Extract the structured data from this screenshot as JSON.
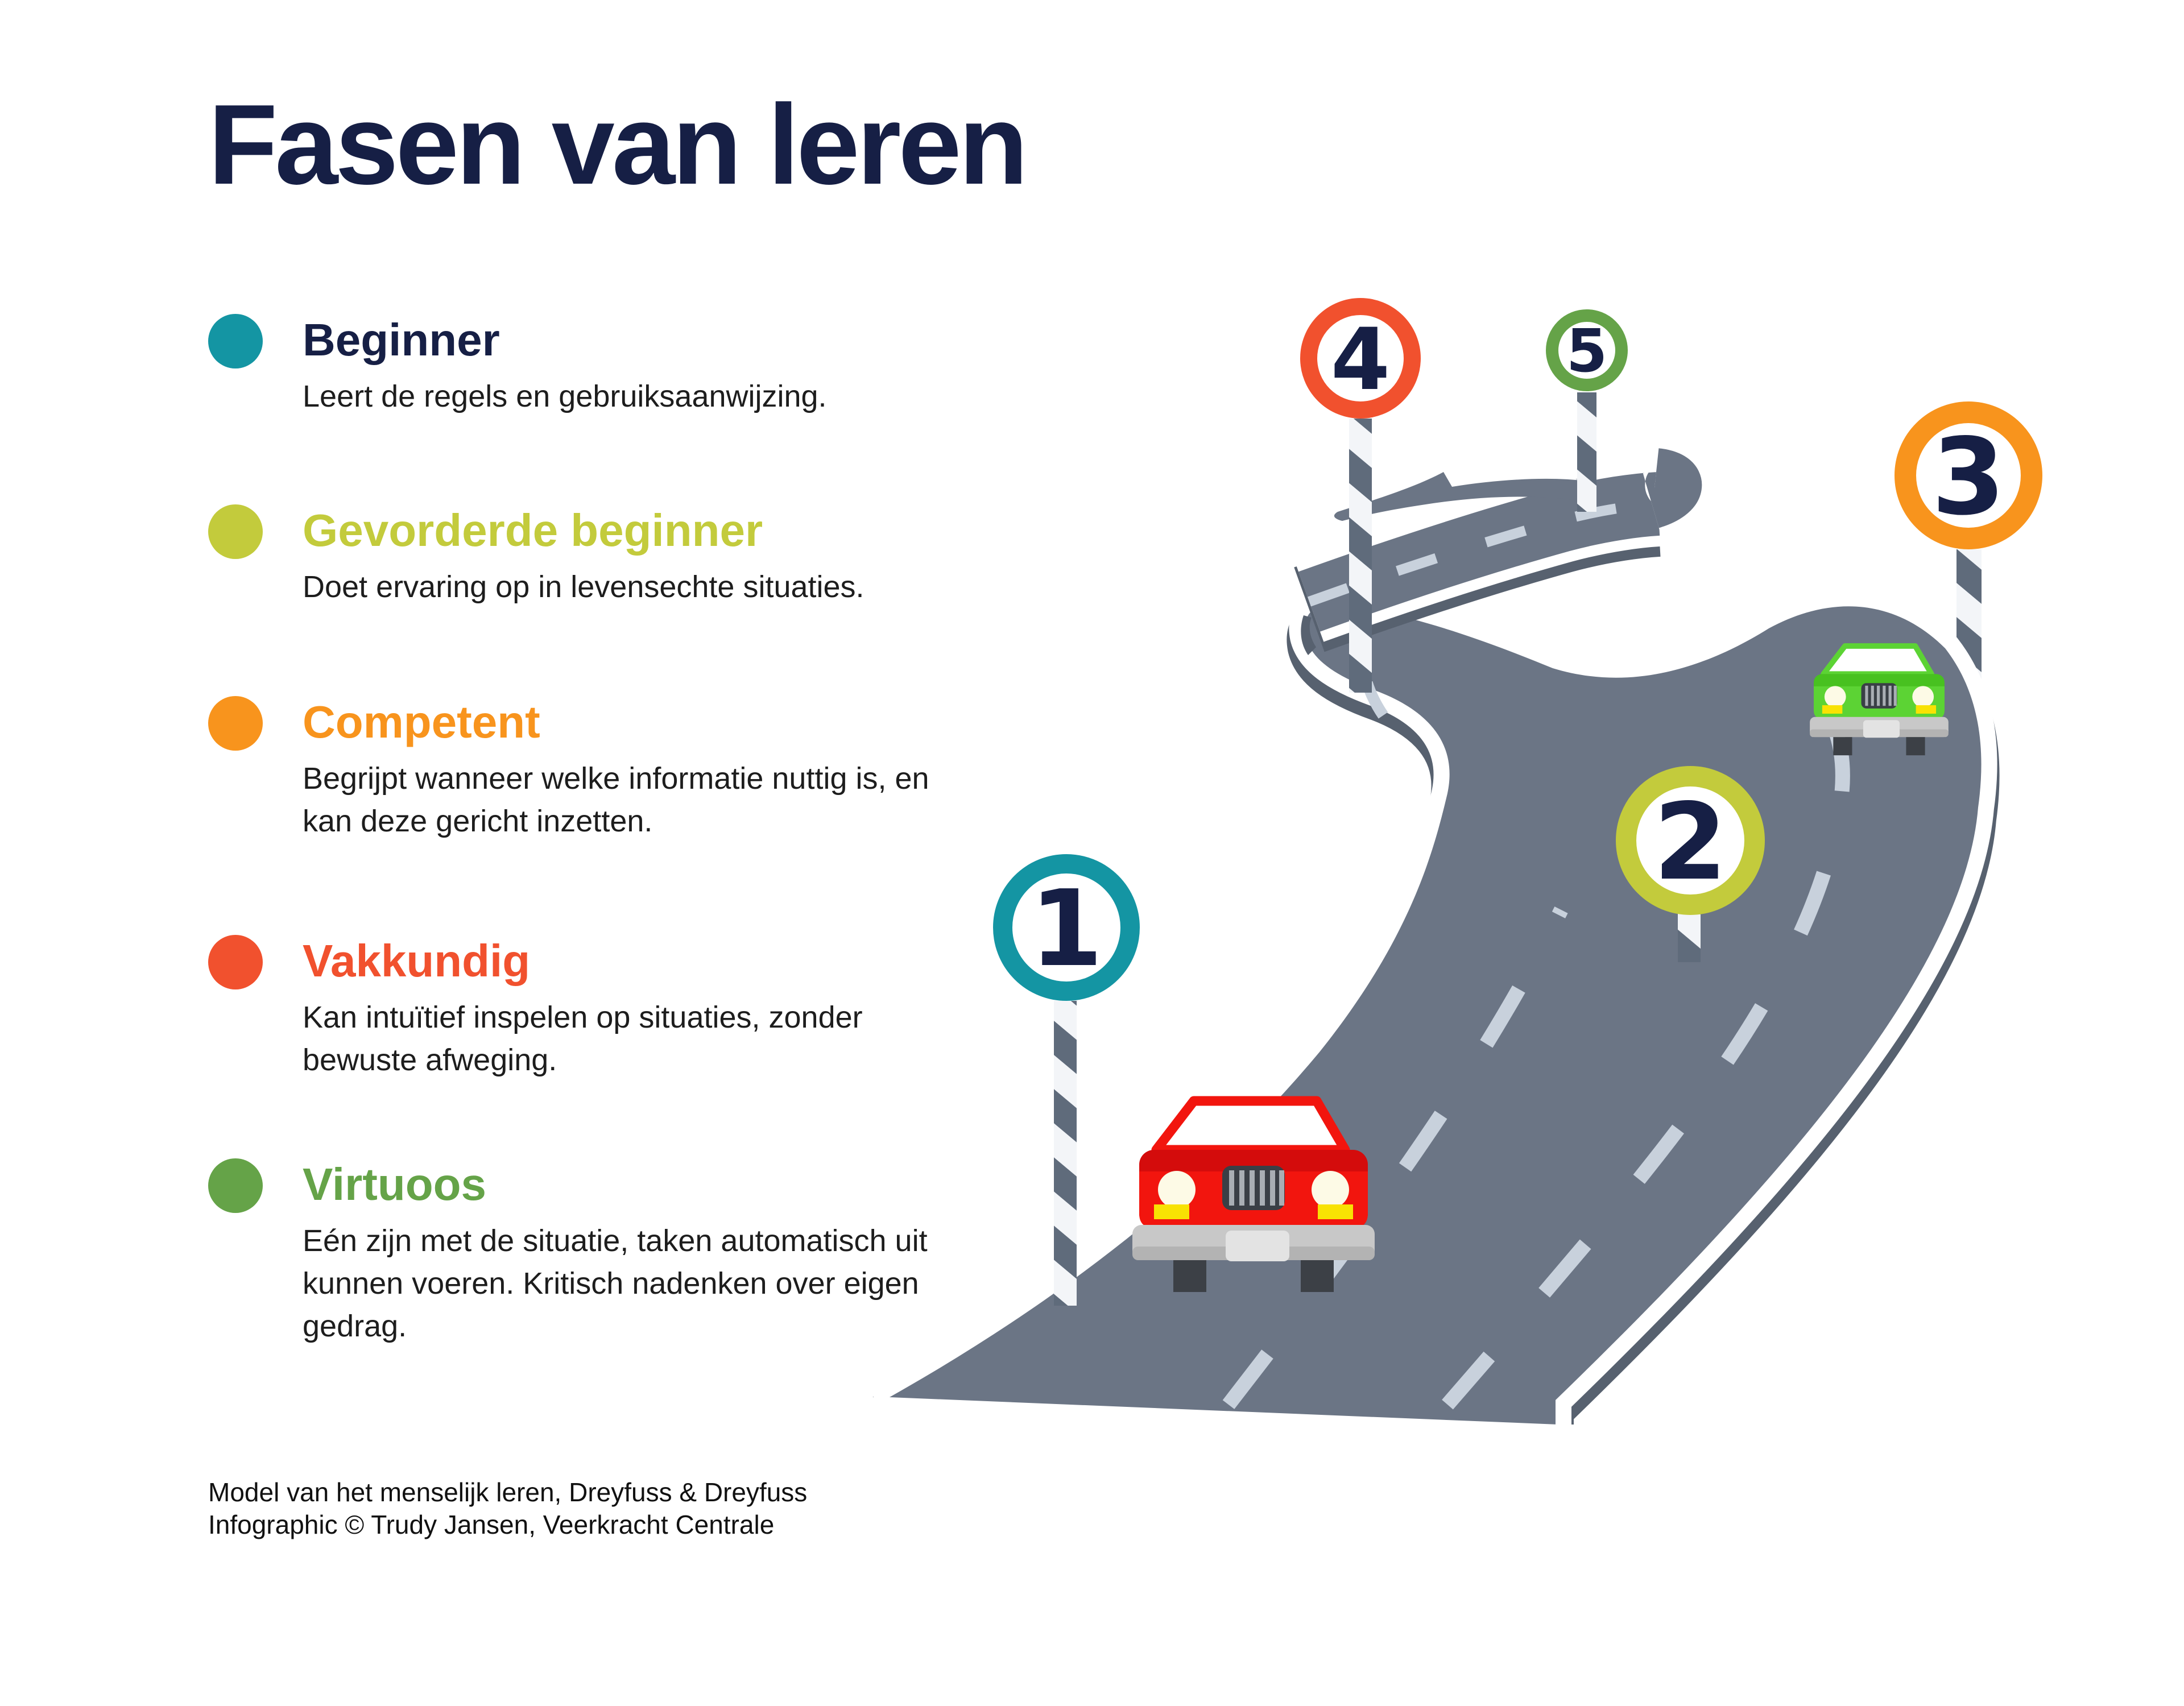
{
  "title": {
    "text": "Fasen van leren",
    "color": "#161f45"
  },
  "stages": [
    {
      "num": "1",
      "name": "Beginner",
      "heading_color": "#161f45",
      "color": "#1495a3",
      "desc": "Leert de regels en gebruiksaanwijzing."
    },
    {
      "num": "2",
      "name": "Gevorderde beginner",
      "heading_color": "#c3cb3c",
      "color": "#c3cb3c",
      "desc": "Doet ervaring op in levensechte situaties."
    },
    {
      "num": "3",
      "name": "Competent",
      "heading_color": "#f8941d",
      "color": "#f8941d",
      "desc": "Begrijpt wanneer welke informatie nuttig is, en kan deze gericht inzetten."
    },
    {
      "num": "4",
      "name": "Vakkundig",
      "heading_color": "#f1512e",
      "color": "#f1512e",
      "desc": "Kan intuïtief inspelen op situaties, zonder bewuste afweging."
    },
    {
      "num": "5",
      "name": "Virtuoos",
      "heading_color": "#65a348",
      "color": "#65a348",
      "desc": "Eén zijn met de situatie, taken automatisch uit kunnen voeren. Kritisch nadenken over eigen gedrag."
    }
  ],
  "footer": {
    "line1": "Model van het menselijk leren, Dreyfuss & Dreyfuss",
    "line2": "Infographic © Trudy Jansen, Veerkracht Centrale"
  },
  "sign_number_color": "#161f45",
  "road": {
    "surface": "#6b7585",
    "edge_dark": "#57616f",
    "marking": "#c8d1dc",
    "pole_dark": "#5f6b7b",
    "pole_light": "#f3f5f8"
  },
  "cars": {
    "red": {
      "body": "#f2150e",
      "roof": "#d40c0c"
    },
    "green": {
      "body": "#5cd334",
      "roof": "#48c120"
    }
  }
}
